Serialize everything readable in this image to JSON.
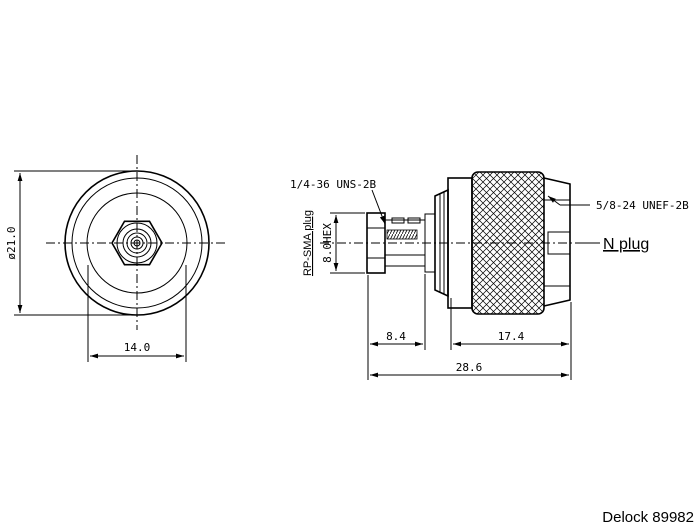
{
  "front_view": {
    "diameter_label": "ø21.0",
    "width_label": "14.0"
  },
  "side_view": {
    "thread_left_label": "1/4-36 UNS-2B",
    "thread_right_label": "5/8-24 UNEF-2B",
    "left_connector_label": "RP-SMA plug",
    "hex_label": "8.0HEX",
    "right_connector_label": "N plug",
    "dim_left_label": "8.4",
    "dim_right_label": "17.4",
    "dim_total_label": "28.6"
  },
  "credit": "Delock 89982"
}
